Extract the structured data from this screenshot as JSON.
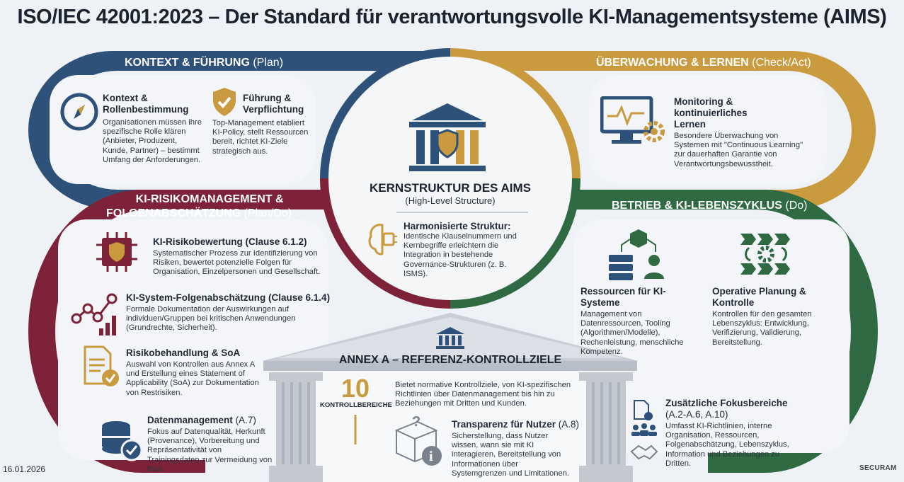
{
  "title": "ISO/IEC 42001:2023 – Der Standard für verantwortungsvolle KI-Managementsysteme (AIMS)",
  "colors": {
    "plan": "#2e5179",
    "check": "#c99a3e",
    "risk": "#7d2238",
    "do": "#2f6a43"
  },
  "quadrants": {
    "context": {
      "heading": "KONTEXT & FÜHRUNG",
      "heading_sub": "(Plan)",
      "items": [
        {
          "icon": "compass-icon",
          "title": "Kontext & Rollenbestimmung",
          "desc": "Organisationen müssen ihre spezifische Rolle klären (Anbieter, Produzent, Kunde, Partner) – bestimmt Umfang der Anforderungen."
        },
        {
          "icon": "shield-check-icon",
          "title": "Führung & Verpflichtung",
          "desc": "Top-Management etabliert KI-Policy, stellt Ressourcen bereit, richtet KI-Ziele strategisch aus."
        }
      ]
    },
    "monitoring": {
      "heading": "ÜBERWACHUNG & LERNEN",
      "heading_sub": "(Check/Act)",
      "items": [
        {
          "icon": "monitor-gear-icon",
          "title": "Monitoring & kontinuierliches Lernen",
          "desc": "Besondere Überwachung von Systemen mit \"Continuous Learning\" zur dauerhaften Garantie von Verantwortungsbewusstheit."
        }
      ]
    },
    "risk": {
      "heading": "KI-RISIKOMANAGEMENT &",
      "heading2": "FOLGENABSCHÄTZUNG",
      "heading_sub": "(Plan/Do)",
      "items": [
        {
          "icon": "chip-shield-icon",
          "title": "KI-Risikobewertung (Clause 6.1.2)",
          "desc": "Systematischer Prozess zur Identifizierung von Risiken, bewertet potenzielle Folgen für Organisation, Einzelpersonen und Gesellschaft."
        },
        {
          "icon": "chart-network-icon",
          "title": "KI-System-Folgenabschätzung (Clause 6.1.4)",
          "desc": "Formale Dokumentation der Auswirkungen auf individuen/Gruppen bei kritischen Anwendungen (Grundrechte, Sicherheit)."
        },
        {
          "icon": "document-check-icon",
          "title": "Risikobehandlung & SoA",
          "desc": "Auswahl von Kontrollen aus Annex A und Erstellung eines Statement of Applicability (SoA) zur Dokumentation von Restrisiken."
        },
        {
          "icon": "database-check-icon",
          "title": "Datenmanagement",
          "title_sub": "(A.7)",
          "desc": "Fokus auf Datenqualität, Herkunft (Provenance), Vorbereitung und Repräsentativität von Trainingsdaten zur Vermeidung von Bias."
        }
      ]
    },
    "operation": {
      "heading": "BETRIEB & KI-LEBENSZYKLUS",
      "heading_sub": "(Do)",
      "items": [
        {
          "icon": "resources-network-icon",
          "title": "Ressourcen für KI-Systeme",
          "desc": "Management von Datenressourcen, Tooling (Algorithmen/Modelle), Rechenleistung, menschliche Kompetenz."
        },
        {
          "icon": "process-gear-icon",
          "title": "Operative Planung & Kontrolle",
          "desc": "Kontrollen für den gesamten Lebenszyklus: Entwicklung, Verifizierung, Validierung, Bereitstellung."
        }
      ]
    }
  },
  "center": {
    "icon": "institution-shield-icon",
    "title": "KERNSTRUKTUR DES AIMS",
    "subtitle": "(High-Level Structure)",
    "item": {
      "icon": "brain-chip-icon",
      "title": "Harmonisierte Struktur:",
      "desc": "Identische Klauselnummern und Kernbegriffe erleichtern die Integration in bestehende Governance-Strukturen (z. B. ISMS)."
    }
  },
  "annex": {
    "icon": "institution-icon",
    "title": "ANNEX A – REFERENZ-KONTROLLZIELE",
    "count": "10",
    "count_label": "KONTROLLBEREICHE",
    "count_desc": "Bietet normative Kontrollziele, von KI-spezifischen Richtlinien über Datenmanagement bis hin zu Beziehungen mit Dritten und Kunden.",
    "transparency": {
      "icon": "box-info-icon",
      "title": "Transparenz für Nutzer",
      "title_sub": "(A.8)",
      "desc": "Sicherstellung, dass Nutzer wissen, wann sie mit KI interagieren, Bereitstellung von Informationen über Systemgrenzen und Limitationen."
    },
    "focus": {
      "title": "Zusätzliche Fokusbereiche",
      "title_sub": "(A.2-A.6, A.10)",
      "desc": "Umfasst KI-Richtlinien, interne Organisation, Ressourcen, Folgenabschätzung, Lebenszyklus, Information und Beziehungen zu Dritten."
    }
  },
  "footer": {
    "date": "16.01.2026",
    "logo": "SECURAM"
  }
}
